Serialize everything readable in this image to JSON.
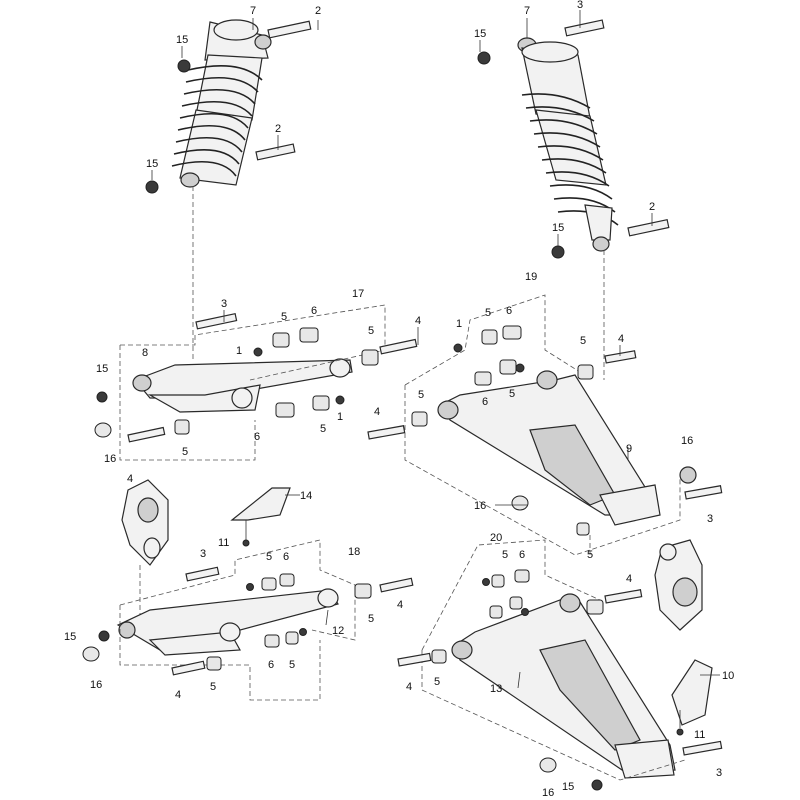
{
  "diagram": {
    "callouts": {
      "c7a": "7",
      "c2a": "2",
      "c15a": "15",
      "c15b": "15",
      "c2b": "2",
      "c7b": "7",
      "c3a": "3",
      "c15c": "15",
      "c2c": "2",
      "c15d": "15",
      "c3b": "3",
      "c17": "17",
      "c1a": "1",
      "c5a": "5",
      "c6a": "6",
      "c5b": "5",
      "c4a": "4",
      "c8": "8",
      "c15e": "15",
      "c16a": "16",
      "c4b": "4",
      "c5c": "5",
      "c6b": "6",
      "c5d": "5",
      "c1b": "1",
      "c19": "19",
      "c1c": "1",
      "c5e": "5",
      "c6c": "6",
      "c5f": "5",
      "c4c": "4",
      "c5g": "5",
      "c4d": "4",
      "c6d": "6",
      "c5h": "5",
      "c9": "9",
      "c16b": "16",
      "c3c": "3",
      "c16c": "16",
      "c14": "14",
      "c11a": "11",
      "c3d": "3",
      "c18": "18",
      "c5i": "5",
      "c6e": "6",
      "c4e": "4",
      "c5j": "5",
      "c12": "12",
      "c15f": "15",
      "c16d": "16",
      "c4f": "4",
      "c5k": "5",
      "c6f": "6",
      "c5l": "5",
      "c20": "20",
      "c5m": "5",
      "c6g": "6",
      "c5n": "5",
      "c4g": "4",
      "c4h": "4",
      "c5o": "5",
      "c13": "13",
      "c10": "10",
      "c11b": "11",
      "c3e": "3",
      "c15g": "15",
      "c16e": "16"
    }
  }
}
